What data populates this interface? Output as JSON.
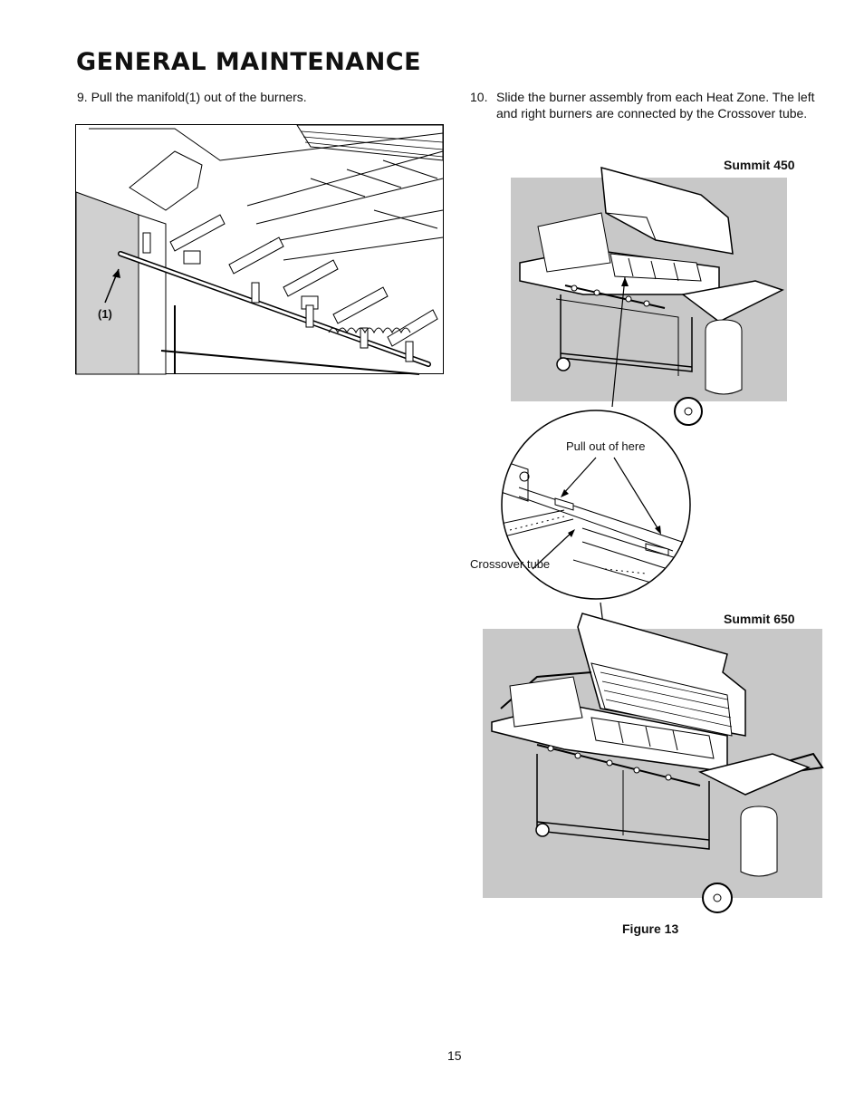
{
  "page": {
    "title": "GENERAL MAINTENANCE",
    "page_number": "15"
  },
  "step9": {
    "text": "9. Pull the manifold(1) out of the burners.",
    "callout": "(1)"
  },
  "step10": {
    "number": "10.",
    "text": "Slide the burner assembly from each Heat Zone. The left and right burners are connected by the Crossover tube."
  },
  "figure13": {
    "model_top": "Summit 450",
    "model_bottom": "Summit 650",
    "detail_label": "Pull out of here",
    "tube_label": "Crossover tube",
    "caption": "Figure 13"
  }
}
